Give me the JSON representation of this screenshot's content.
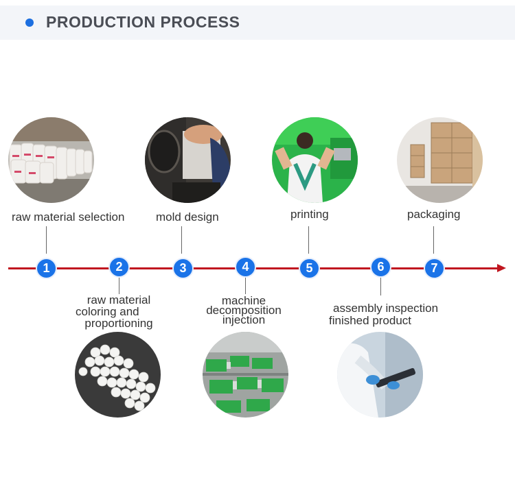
{
  "header": {
    "title": "PRODUCTION PROCESS"
  },
  "steps": [
    {
      "number": "1",
      "label": "raw material selection"
    },
    {
      "number": "2",
      "label_lines": [
        "raw material",
        "coloring and",
        "proportioning"
      ]
    },
    {
      "number": "3",
      "label": "mold design"
    },
    {
      "number": "4",
      "label_lines": [
        "machine",
        "decomposition",
        "injection"
      ]
    },
    {
      "number": "5",
      "label": "printing"
    },
    {
      "number": "6",
      "label_lines": [
        "assembly inspection",
        "finished product"
      ]
    },
    {
      "number": "7",
      "label": "packaging"
    }
  ],
  "colors": {
    "accent": "#1a73e8",
    "timeline": "#c0161f",
    "header_bg": "#f3f5f9"
  }
}
